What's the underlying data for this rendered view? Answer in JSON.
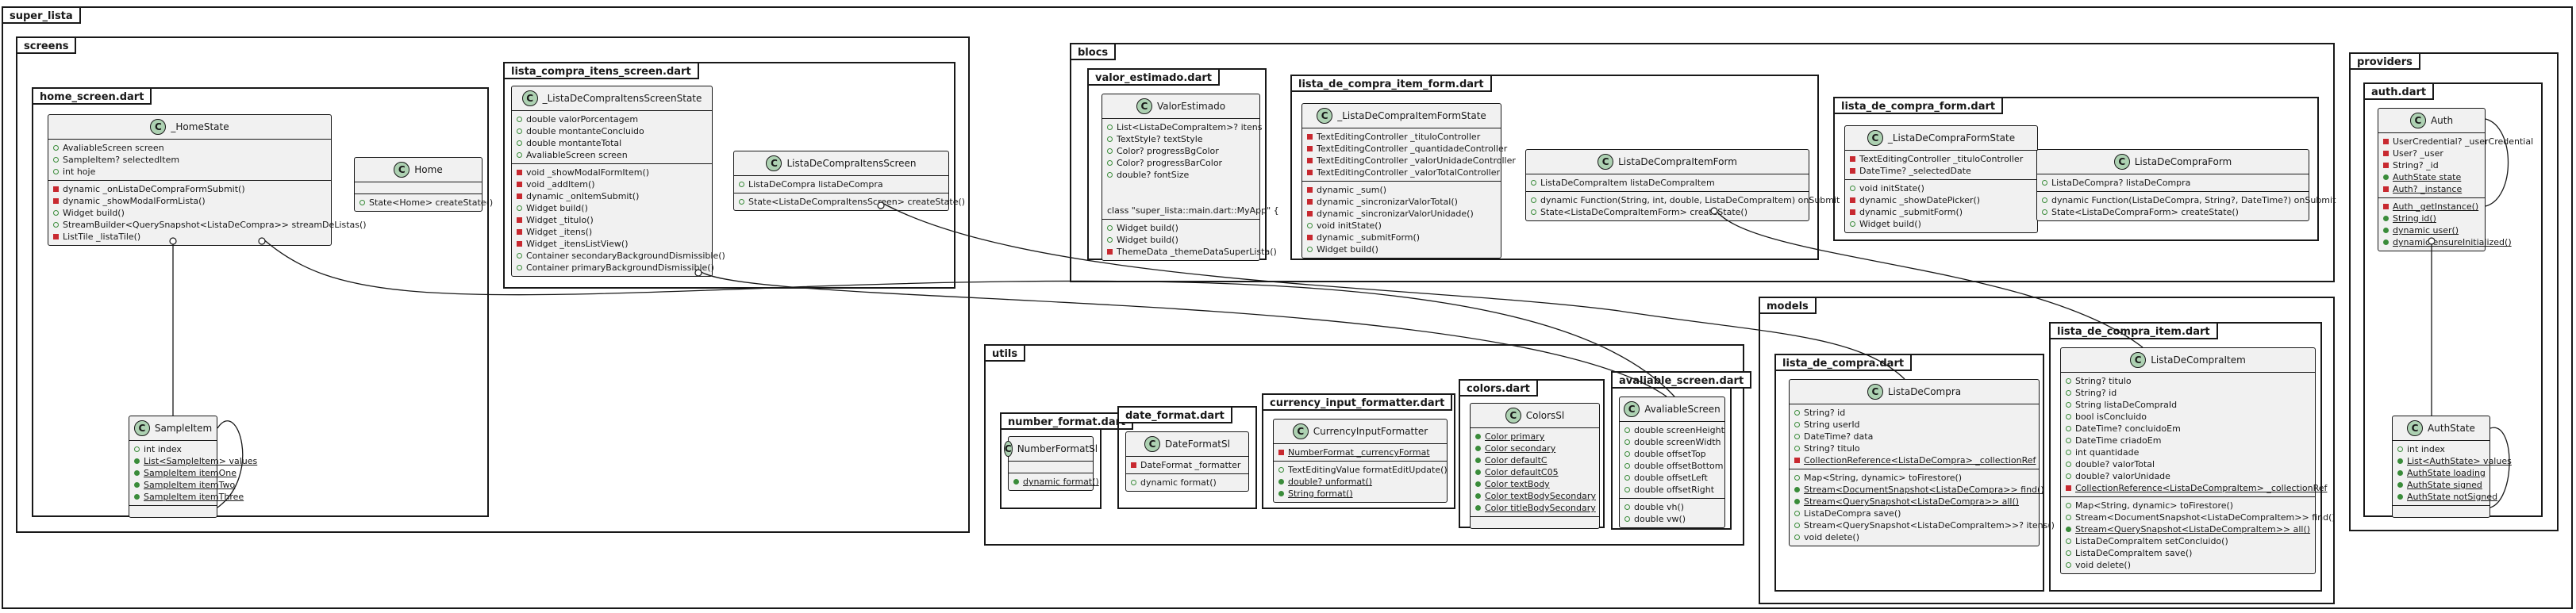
{
  "packages": {
    "super_lista": "super_lista",
    "screens": "screens",
    "home_screen": "home_screen.dart",
    "lista_compra_itens_screen": "lista_compra_itens_screen.dart",
    "blocs": "blocs",
    "valor_estimado": "valor_estimado.dart",
    "lista_de_compra_item_form": "lista_de_compra_item_form.dart",
    "lista_de_compra_form": "lista_de_compra_form.dart",
    "providers": "providers",
    "auth": "auth.dart",
    "models": "models",
    "lista_de_compra": "lista_de_compra.dart",
    "lista_de_compra_item": "lista_de_compra_item.dart",
    "utils": "utils",
    "number_format": "number_format.dart",
    "date_format": "date_format.dart",
    "currency_input_formatter": "currency_input_formatter.dart",
    "colors": "colors.dart",
    "avaliable_screen": "avaliable_screen.dart"
  },
  "classes": {
    "home_state": {
      "name": "_HomeState",
      "fields": [
        {
          "v": "pub",
          "t": "AvaliableScreen screen"
        },
        {
          "v": "pub",
          "t": "SampleItem? selectedItem"
        },
        {
          "v": "pub",
          "t": "int hoje"
        }
      ],
      "methods": [
        {
          "v": "priv",
          "t": "dynamic _onListaDeCompraFormSubmit()"
        },
        {
          "v": "priv",
          "t": "dynamic _showModalFormLista()"
        },
        {
          "v": "pub",
          "t": "Widget build()"
        },
        {
          "v": "pub",
          "t": "StreamBuilder<QuerySnapshot<ListaDeCompra>> streamDeListas()"
        },
        {
          "v": "priv",
          "t": "ListTile _listaTile()"
        }
      ]
    },
    "home": {
      "name": "Home",
      "fields": [],
      "methods": [
        {
          "v": "pub",
          "t": "State<Home> createState()"
        }
      ]
    },
    "sample_item": {
      "name": "SampleItem",
      "fields": [
        {
          "v": "pub",
          "t": "int index"
        },
        {
          "v": "pubm",
          "t": "List<SampleItem> values",
          "u": true
        },
        {
          "v": "pubm",
          "t": "SampleItem itemOne",
          "u": true
        },
        {
          "v": "pubm",
          "t": "SampleItem itemTwo",
          "u": true
        },
        {
          "v": "pubm",
          "t": "SampleItem itemThree",
          "u": true
        }
      ],
      "methods": []
    },
    "itens_screen_state": {
      "name": "_ListaDeCompraItensScreenState",
      "fields": [
        {
          "v": "pub",
          "t": "double valorPorcentagem"
        },
        {
          "v": "pub",
          "t": "double montanteConcluido"
        },
        {
          "v": "pub",
          "t": "double montanteTotal"
        },
        {
          "v": "pub",
          "t": "AvaliableScreen screen"
        }
      ],
      "methods": [
        {
          "v": "priv",
          "t": "void _showModalFormItem()"
        },
        {
          "v": "priv",
          "t": "void _addItem()"
        },
        {
          "v": "priv",
          "t": "dynamic _onItemSubmit()"
        },
        {
          "v": "pub",
          "t": "Widget build()"
        },
        {
          "v": "priv",
          "t": "Widget _titulo()"
        },
        {
          "v": "priv",
          "t": "Widget _itens()"
        },
        {
          "v": "priv",
          "t": "Widget _itensListView()"
        },
        {
          "v": "pub",
          "t": "Container secondaryBackgroundDismissible()"
        },
        {
          "v": "pub",
          "t": "Container primaryBackgroundDismissible()"
        }
      ]
    },
    "itens_screen": {
      "name": "ListaDeCompraItensScreen",
      "fields": [
        {
          "v": "pub",
          "t": "ListaDeCompra listaDeCompra"
        }
      ],
      "methods": [
        {
          "v": "pub",
          "t": "State<ListaDeCompraItensScreen> createState()"
        }
      ]
    },
    "valor_estimado": {
      "name": "ValorEstimado",
      "fields": [
        {
          "v": "pub",
          "t": "List<ListaDeCompraItem>? itens"
        },
        {
          "v": "pub",
          "t": "TextStyle? textStyle"
        },
        {
          "v": "pub",
          "t": "Color? progressBgColor"
        },
        {
          "v": "pub",
          "t": "Color? progressBarColor"
        },
        {
          "v": "pub",
          "t": "double? fontSize"
        },
        {
          "v": "none",
          "t": ""
        },
        {
          "v": "none",
          "t": ""
        },
        {
          "v": "none",
          "t": "class \"super_lista::main.dart::MyApp\" {"
        }
      ],
      "methods": [
        {
          "v": "pub",
          "t": "Widget build()"
        },
        {
          "v": "pub",
          "t": "Widget build()"
        },
        {
          "v": "priv",
          "t": "ThemeData _themeDataSuperLista()"
        }
      ]
    },
    "item_form_state": {
      "name": "_ListaDeCompraItemFormState",
      "fields": [
        {
          "v": "priv",
          "t": "TextEditingController _tituloController"
        },
        {
          "v": "priv",
          "t": "TextEditingController _quantidadeController"
        },
        {
          "v": "priv",
          "t": "TextEditingController _valorUnidadeController"
        },
        {
          "v": "priv",
          "t": "TextEditingController _valorTotalController"
        }
      ],
      "methods": [
        {
          "v": "priv",
          "t": "dynamic _sum()"
        },
        {
          "v": "priv",
          "t": "dynamic _sincronizarValorTotal()"
        },
        {
          "v": "priv",
          "t": "dynamic _sincronizarValorUnidade()"
        },
        {
          "v": "pub",
          "t": "void initState()"
        },
        {
          "v": "priv",
          "t": "dynamic _submitForm()"
        },
        {
          "v": "pub",
          "t": "Widget build()"
        }
      ]
    },
    "item_form": {
      "name": "ListaDeCompraItemForm",
      "fields": [
        {
          "v": "pub",
          "t": "ListaDeCompraItem listaDeCompraItem"
        }
      ],
      "methods": [
        {
          "v": "pub",
          "t": "dynamic Function(String, int, double, ListaDeCompraItem) onSubmit"
        },
        {
          "v": "pub",
          "t": "State<ListaDeCompraItemForm> createState()"
        }
      ]
    },
    "form_state": {
      "name": "_ListaDeCompraFormState",
      "fields": [
        {
          "v": "priv",
          "t": "TextEditingController _tituloController"
        },
        {
          "v": "priv",
          "t": "DateTime? _selectedDate"
        }
      ],
      "methods": [
        {
          "v": "pub",
          "t": "void initState()"
        },
        {
          "v": "priv",
          "t": "dynamic _showDatePicker()"
        },
        {
          "v": "priv",
          "t": "dynamic _submitForm()"
        },
        {
          "v": "pub",
          "t": "Widget build()"
        }
      ]
    },
    "form": {
      "name": "ListaDeCompraForm",
      "fields": [
        {
          "v": "pub",
          "t": "ListaDeCompra? listaDeCompra"
        }
      ],
      "methods": [
        {
          "v": "pub",
          "t": "dynamic Function(ListaDeCompra, String?, DateTime?) onSubmit"
        },
        {
          "v": "pub",
          "t": "State<ListaDeCompraForm> createState()"
        }
      ]
    },
    "auth": {
      "name": "Auth",
      "fields": [
        {
          "v": "priv",
          "t": "UserCredential? _userCredential"
        },
        {
          "v": "priv",
          "t": "User? _user"
        },
        {
          "v": "priv",
          "t": "String? _id"
        },
        {
          "v": "pubm",
          "t": "AuthState state",
          "u": true
        },
        {
          "v": "privm",
          "t": "Auth? _instance",
          "u": true
        }
      ],
      "methods": [
        {
          "v": "privm",
          "t": "Auth _getInstance()",
          "u": true
        },
        {
          "v": "pubm",
          "t": "String id()",
          "u": true
        },
        {
          "v": "pubm",
          "t": "dynamic user()",
          "u": true
        },
        {
          "v": "pubm",
          "t": "dynamic ensureInitialized()",
          "u": true
        }
      ]
    },
    "auth_state": {
      "name": "AuthState",
      "fields": [
        {
          "v": "pub",
          "t": "int index"
        },
        {
          "v": "pubm",
          "t": "List<AuthState> values",
          "u": true
        },
        {
          "v": "pubm",
          "t": "AuthState loading",
          "u": true
        },
        {
          "v": "pubm",
          "t": "AuthState signed",
          "u": true
        },
        {
          "v": "pubm",
          "t": "AuthState notSigned",
          "u": true
        }
      ],
      "methods": []
    },
    "lista_de_compra": {
      "name": "ListaDeCompra",
      "fields": [
        {
          "v": "pub",
          "t": "String? id"
        },
        {
          "v": "pub",
          "t": "String userId"
        },
        {
          "v": "pub",
          "t": "DateTime? data"
        },
        {
          "v": "pub",
          "t": "String? titulo"
        },
        {
          "v": "privm",
          "t": "CollectionReference<ListaDeCompra> _collectionRef",
          "u": true
        }
      ],
      "methods": [
        {
          "v": "pub",
          "t": "Map<String, dynamic> toFirestore()"
        },
        {
          "v": "pubm",
          "t": "Stream<DocumentSnapshot<ListaDeCompra>> find()",
          "u": true
        },
        {
          "v": "pubm",
          "t": "Stream<QuerySnapshot<ListaDeCompra>> all()",
          "u": true
        },
        {
          "v": "pub",
          "t": "ListaDeCompra save()"
        },
        {
          "v": "pub",
          "t": "Stream<QuerySnapshot<ListaDeCompraItem>>? itens()"
        },
        {
          "v": "pub",
          "t": "void delete()"
        }
      ]
    },
    "lista_de_compra_item": {
      "name": "ListaDeCompraItem",
      "fields": [
        {
          "v": "pub",
          "t": "String? titulo"
        },
        {
          "v": "pub",
          "t": "String? id"
        },
        {
          "v": "pub",
          "t": "String listaDeCompraId"
        },
        {
          "v": "pub",
          "t": "bool isConcluido"
        },
        {
          "v": "pub",
          "t": "DateTime? concluidoEm"
        },
        {
          "v": "pub",
          "t": "DateTime criadoEm"
        },
        {
          "v": "pub",
          "t": "int quantidade"
        },
        {
          "v": "pub",
          "t": "double? valorTotal"
        },
        {
          "v": "pub",
          "t": "double? valorUnidade"
        },
        {
          "v": "privm",
          "t": "CollectionReference<ListaDeCompraItem> _collectionRef",
          "u": true
        }
      ],
      "methods": [
        {
          "v": "pub",
          "t": "Map<String, dynamic> toFirestore()"
        },
        {
          "v": "pub",
          "t": "Stream<DocumentSnapshot<ListaDeCompraItem>> find()"
        },
        {
          "v": "pubm",
          "t": "Stream<QuerySnapshot<ListaDeCompraItem>> all()",
          "u": true
        },
        {
          "v": "pub",
          "t": "ListaDeCompraItem setConcluido()"
        },
        {
          "v": "pub",
          "t": "ListaDeCompraItem save()"
        },
        {
          "v": "pub",
          "t": "void delete()"
        }
      ]
    },
    "number_format": {
      "name": "NumberFormatSl",
      "fields": [],
      "methods": [
        {
          "v": "pubm",
          "t": "dynamic format()",
          "u": true
        }
      ]
    },
    "date_format": {
      "name": "DateFormatSl",
      "fields": [
        {
          "v": "priv",
          "t": "DateFormat _formatter"
        }
      ],
      "methods": [
        {
          "v": "pub",
          "t": "dynamic format()"
        }
      ]
    },
    "currency_formatter": {
      "name": "CurrencyInputFormatter",
      "fields": [
        {
          "v": "privm",
          "t": "NumberFormat _currencyFormat",
          "u": true
        }
      ],
      "methods": [
        {
          "v": "pub",
          "t": "TextEditingValue formatEditUpdate()"
        },
        {
          "v": "pubm",
          "t": "double? unformat()",
          "u": true
        },
        {
          "v": "pubm",
          "t": "String format()",
          "u": true
        }
      ]
    },
    "colors": {
      "name": "ColorsSl",
      "fields": [
        {
          "v": "pubm",
          "t": "Color primary",
          "u": true
        },
        {
          "v": "pubm",
          "t": "Color secondary",
          "u": true
        },
        {
          "v": "pubm",
          "t": "Color defaultC",
          "u": true
        },
        {
          "v": "pubm",
          "t": "Color defaultC05",
          "u": true
        },
        {
          "v": "pubm",
          "t": "Color textBody",
          "u": true
        },
        {
          "v": "pubm",
          "t": "Color textBodySecondary",
          "u": true
        },
        {
          "v": "pubm",
          "t": "Color titleBodySecondary",
          "u": true
        }
      ],
      "methods": []
    },
    "avaliable_screen": {
      "name": "AvaliableScreen",
      "fields": [
        {
          "v": "pub",
          "t": "double screenHeight"
        },
        {
          "v": "pub",
          "t": "double screenWidth"
        },
        {
          "v": "pub",
          "t": "double offsetTop"
        },
        {
          "v": "pub",
          "t": "double offsetBottom"
        },
        {
          "v": "pub",
          "t": "double offsetLeft"
        },
        {
          "v": "pub",
          "t": "double offsetRight"
        }
      ],
      "methods": [
        {
          "v": "pub",
          "t": "double vh()"
        },
        {
          "v": "pub",
          "t": "double vw()"
        }
      ]
    }
  },
  "colors": {
    "badge": "#add1b2",
    "class_bg": "#f1f1f1",
    "line": "#181818",
    "private": "#c82930",
    "public": "#3a8c3a"
  }
}
